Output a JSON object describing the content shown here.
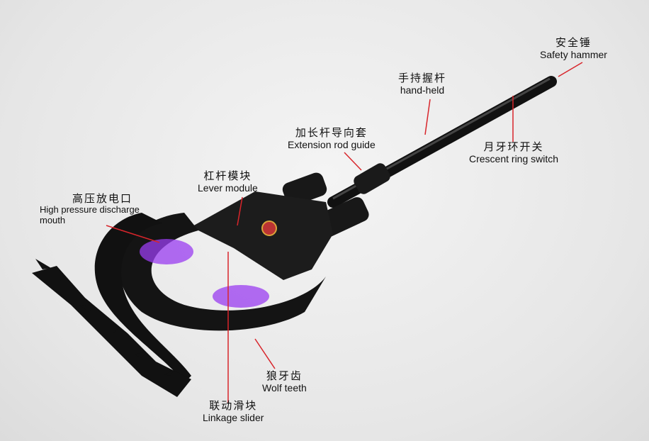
{
  "labels": {
    "safety_hammer": {
      "zh": "安全锤",
      "en": "Safety hammer"
    },
    "hand_held": {
      "zh": "手持握杆",
      "en": "hand-held"
    },
    "extension_rod_guide": {
      "zh": "加长杆导向套",
      "en": "Extension rod guide"
    },
    "crescent_ring_switch": {
      "zh": "月牙环开关",
      "en": "Crescent ring switch"
    },
    "lever_module": {
      "zh": "杠杆模块",
      "en": "Lever module"
    },
    "high_pressure_discharge": {
      "zh": "高压放电口",
      "en": "High pressure discharge",
      "en2": "mouth"
    },
    "wolf_teeth": {
      "zh": "狼牙齿",
      "en": "Wolf teeth"
    },
    "linkage_slider": {
      "zh": "联动滑块",
      "en": "Linkage slider"
    }
  },
  "colors": {
    "leader_line": "#d8252b",
    "device": "#151515",
    "arc": "#9a3cf0"
  }
}
